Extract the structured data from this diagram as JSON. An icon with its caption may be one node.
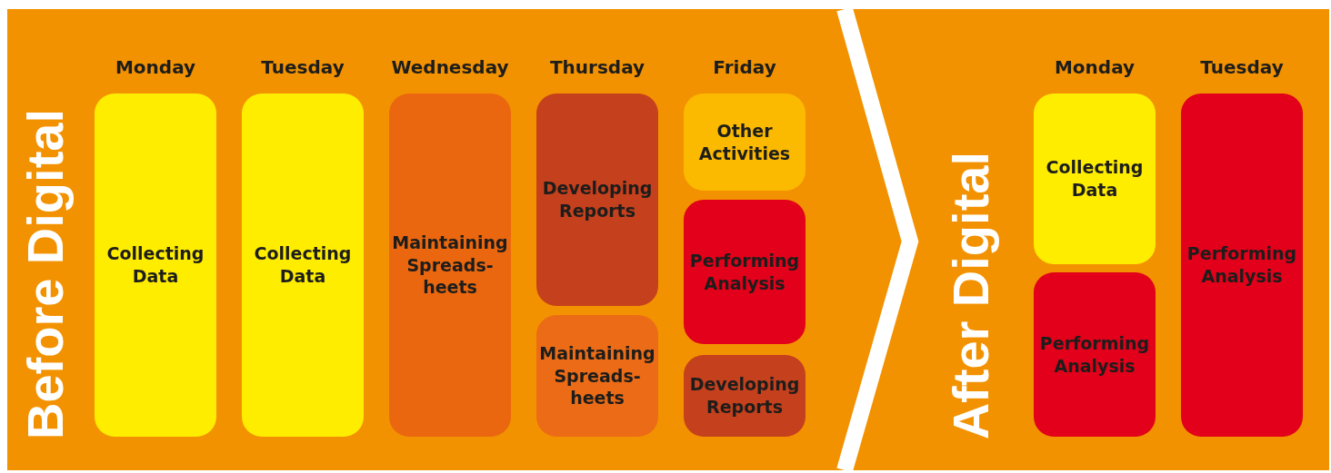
{
  "diagram": {
    "nodes": [
      {
        "text": [
          "Before Digital"
        ]
      },
      {
        "text": [
          "Collecting Data"
        ],
        "in": 0
      },
      {
        "text": [
          "Collecting Data"
        ],
        "in": 0
      },
      {
        "text": [
          "Maintaining Spreads- heets"
        ],
        "in": 0
      },
      {
        "text": [
          "Developing Reports"
        ],
        "in": 0
      },
      {
        "text": [
          "Maintaining Spreads- heets"
        ],
        "in": 0
      },
      {
        "text": [
          "Other Activities"
        ],
        "in": 0
      },
      {
        "text": [
          "Performing Analysis"
        ],
        "in": 0
      },
      {
        "text": [
          "Developing Reports"
        ],
        "in": 0
      },
      {
        "text": [
          "After Digital"
        ]
      },
      {
        "text": [
          "Collecting Data"
        ],
        "in": 9
      },
      {
        "text": [
          "Performing Analysis"
        ],
        "in": 9
      },
      {
        "text": [
          "Performing Analysis"
        ],
        "in": 9
      }
    ],
    "edges": [],
    "labels": [
      "Monday",
      "Tuesday",
      "Wednesday",
      "Thursday",
      "Friday",
      "Monday",
      "Tuesday"
    ]
  }
}
